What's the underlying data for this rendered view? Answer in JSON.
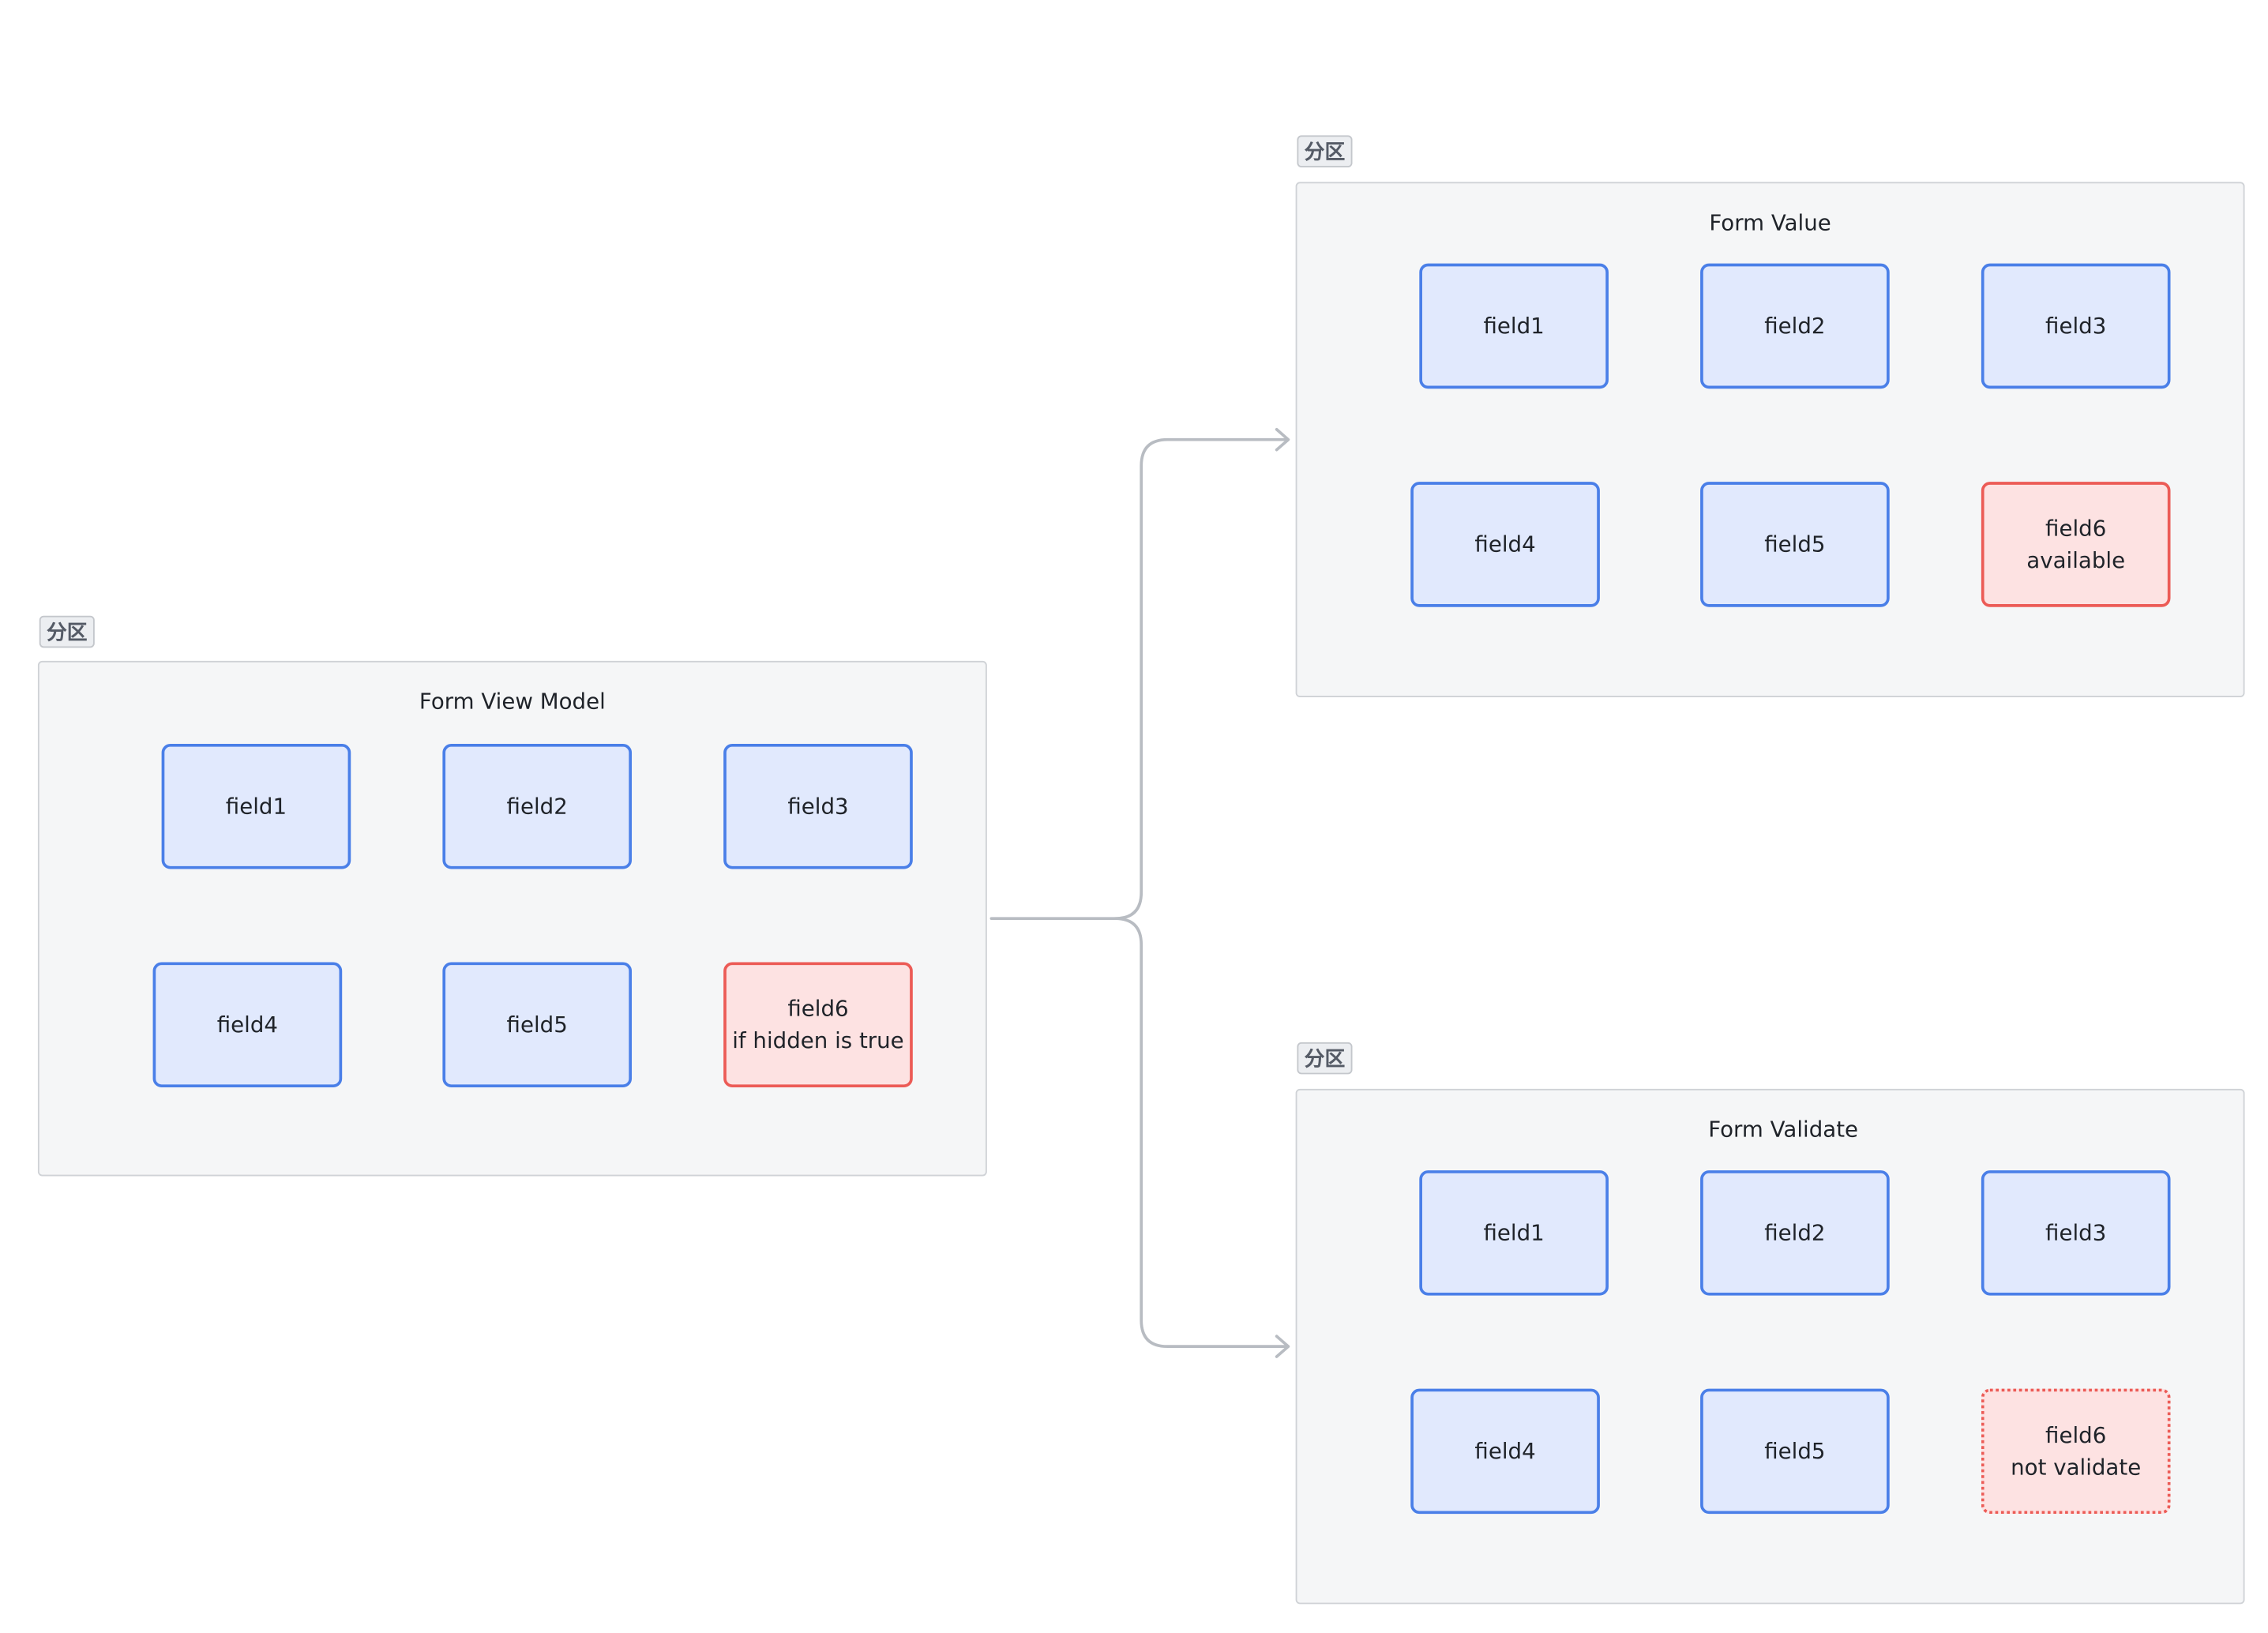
{
  "sections": [
    {
      "tag": "分区",
      "title": "Form View Model",
      "fields": [
        {
          "line1": "field1",
          "line2": ""
        },
        {
          "line1": "field2",
          "line2": ""
        },
        {
          "line1": "field3",
          "line2": ""
        },
        {
          "line1": "field4",
          "line2": ""
        },
        {
          "line1": "field5",
          "line2": ""
        },
        {
          "line1": "field6",
          "line2": "if hidden is true"
        }
      ]
    },
    {
      "tag": "分区",
      "title": "Form Value",
      "fields": [
        {
          "line1": "field1",
          "line2": ""
        },
        {
          "line1": "field2",
          "line2": ""
        },
        {
          "line1": "field3",
          "line2": ""
        },
        {
          "line1": "field4",
          "line2": ""
        },
        {
          "line1": "field5",
          "line2": ""
        },
        {
          "line1": "field6",
          "line2": "available"
        }
      ]
    },
    {
      "tag": "分区",
      "title": "Form Validate",
      "fields": [
        {
          "line1": "field1",
          "line2": ""
        },
        {
          "line1": "field2",
          "line2": ""
        },
        {
          "line1": "field3",
          "line2": ""
        },
        {
          "line1": "field4",
          "line2": ""
        },
        {
          "line1": "field5",
          "line2": ""
        },
        {
          "line1": "field6",
          "line2": "not validate"
        }
      ]
    }
  ],
  "colors": {
    "field_border": "#4a7fe8",
    "field_fill": "#e1e9fd",
    "highlight_border": "#ec5b56",
    "highlight_fill": "#fde2e2",
    "section_fill": "#f5f6f7",
    "connector": "#b8bcc2"
  }
}
